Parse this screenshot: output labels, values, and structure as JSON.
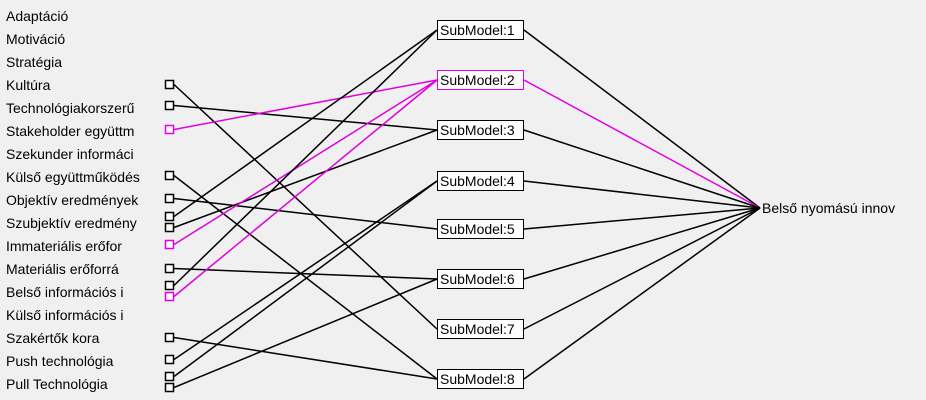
{
  "colors": {
    "background": "#f0f0f0",
    "wire": "#000000",
    "highlight": "#e000e0"
  },
  "inputs": [
    {
      "label": "Adaptáció"
    },
    {
      "label": "Motiváció"
    },
    {
      "label": "Stratégia"
    },
    {
      "label": "Kultúra"
    },
    {
      "label": "Technológiakorszerű"
    },
    {
      "label": "Stakeholder együttm"
    },
    {
      "label": "Szekunder informáci"
    },
    {
      "label": "Külső együttműködés"
    },
    {
      "label": "Objektív eredmények"
    },
    {
      "label": "Szubjektív eredmény"
    },
    {
      "label": "Immateriális erőfor"
    },
    {
      "label": "Materiális erőforrá"
    },
    {
      "label": "Belső információs i"
    },
    {
      "label": "Külső információs i"
    },
    {
      "label": "Szakértők kora"
    },
    {
      "label": "Push technológia"
    },
    {
      "label": "Pull Technológia"
    }
  ],
  "submodels": [
    {
      "label": "SubModel:1"
    },
    {
      "label": "SubModel:2"
    },
    {
      "label": "SubModel:3"
    },
    {
      "label": "SubModel:4"
    },
    {
      "label": "SubModel:5"
    },
    {
      "label": "SubModel:6"
    },
    {
      "label": "SubModel:7"
    },
    {
      "label": "SubModel:8"
    }
  ],
  "output": {
    "label": "Belső nyomású innov"
  }
}
